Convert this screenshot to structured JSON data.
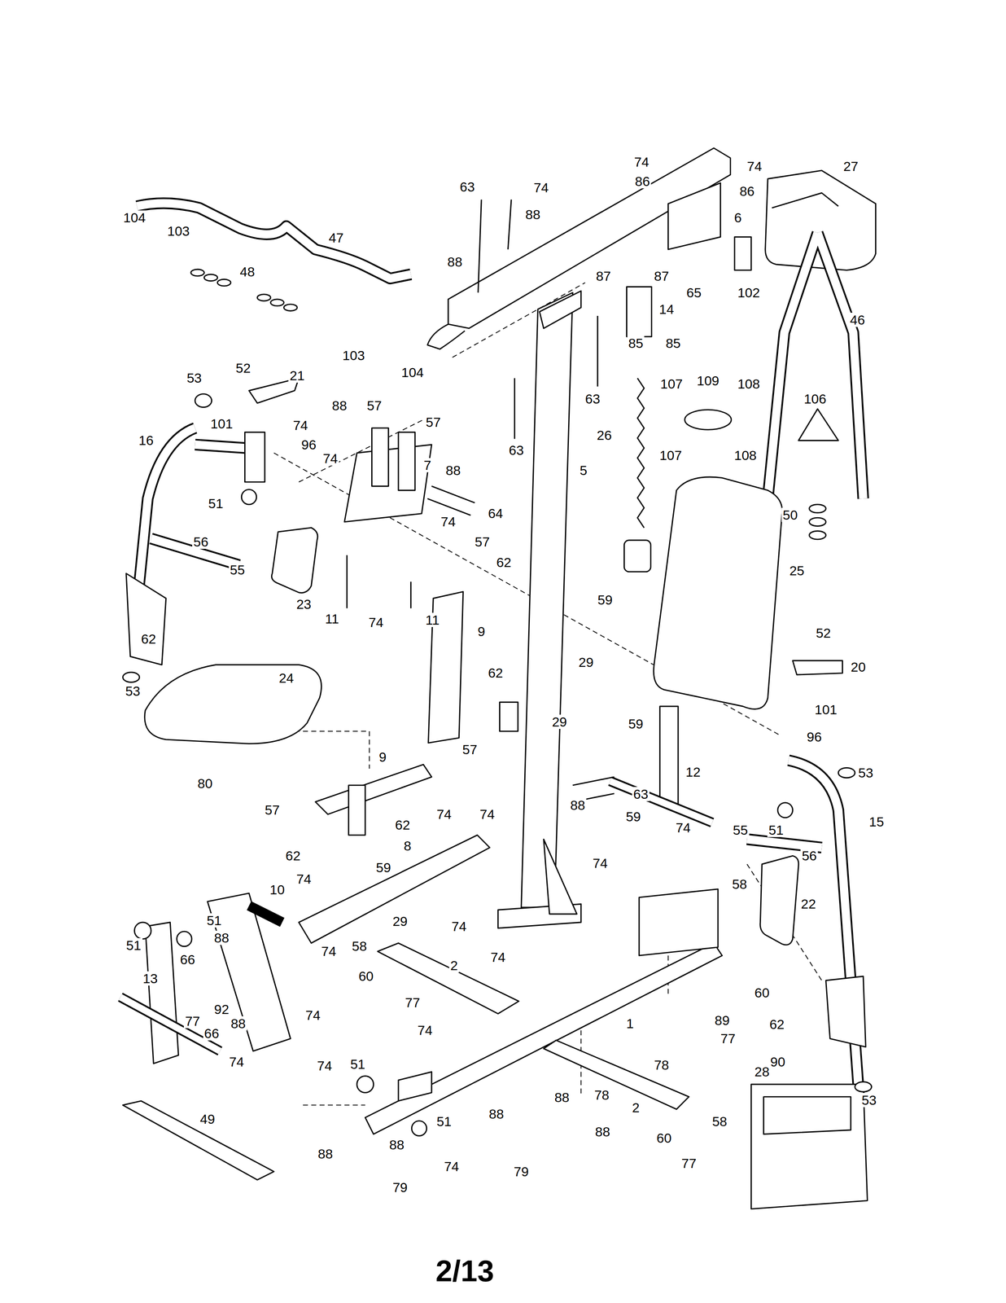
{
  "diagram": {
    "labels": [
      "74",
      "74",
      "27",
      "86",
      "86",
      "63",
      "74",
      "88",
      "6",
      "104",
      "103",
      "47",
      "88",
      "48",
      "87",
      "87",
      "65",
      "102",
      "14",
      "46",
      "85",
      "85",
      "103",
      "104",
      "52",
      "53",
      "21",
      "109",
      "107",
      "108",
      "63",
      "106",
      "88",
      "57",
      "57",
      "101",
      "74",
      "96",
      "26",
      "16",
      "7",
      "63",
      "107",
      "108",
      "74",
      "88",
      "5",
      "51",
      "64",
      "50",
      "74",
      "56",
      "57",
      "62",
      "55",
      "25",
      "59",
      "23",
      "11",
      "11",
      "74",
      "9",
      "52",
      "62",
      "29",
      "20",
      "62",
      "24",
      "53",
      "101",
      "29",
      "59",
      "96",
      "57",
      "9",
      "12",
      "53",
      "80",
      "63",
      "88",
      "57",
      "74",
      "74",
      "59",
      "15",
      "62",
      "74",
      "55",
      "51",
      "8",
      "56",
      "62",
      "74",
      "59",
      "74",
      "58",
      "10",
      "22",
      "51",
      "29",
      "74",
      "88",
      "51",
      "58",
      "74",
      "74",
      "66",
      "2",
      "60",
      "13",
      "60",
      "77",
      "92",
      "74",
      "89",
      "77",
      "88",
      "1",
      "62",
      "74",
      "66",
      "77",
      "74",
      "90",
      "51",
      "78",
      "74",
      "28",
      "78",
      "88",
      "53",
      "2",
      "88",
      "49",
      "51",
      "58",
      "88",
      "60",
      "88",
      "88",
      "77",
      "74",
      "79",
      "79",
      "2/13"
    ]
  }
}
